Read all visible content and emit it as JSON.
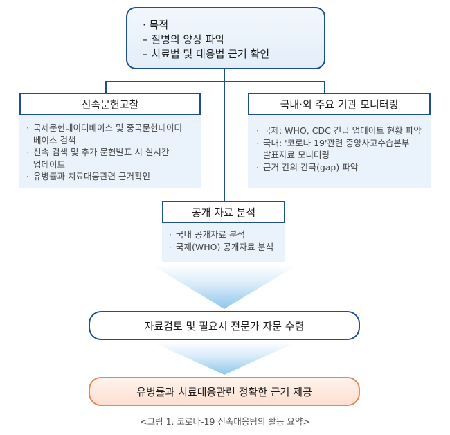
{
  "purpose": {
    "items": [
      "· 목적",
      "– 질병의 양상 파악",
      "– 치료법 및 대응법 근거 확인"
    ]
  },
  "literature": {
    "title": "신속문헌고찰",
    "items": [
      "국제문헌데이터베이스 및 중국문헌데이터\n베이스 검색",
      "신속 검색 및 추가 문헌발표 시 실시간\n업데이트",
      "유병률과 치료대응관련 근거확인"
    ]
  },
  "monitoring": {
    "title": "국내·외 주요 기관 모니터링",
    "items": [
      "국제: WHO, CDC 긴급 업데이트 현황 파악",
      "국내: '코로나 19'관련 중앙사고수습본부\n발표자료 모니터링",
      "근거 간의 간극(gap) 파악"
    ]
  },
  "public_data": {
    "title": "공개 자료 분석",
    "items": [
      "국내 공개자료 분석",
      "국제(WHO) 공개자료 분석"
    ]
  },
  "review": {
    "label": "자료검토 및 필요시 전문가 자문 수렴"
  },
  "evidence": {
    "label": "유병률과 치료대응관련 정확한 근거 제공"
  },
  "caption": "<그림 1. 코로나-19 신속대응팀의 활동 요약>",
  "colors": {
    "line": "#1f4e8c",
    "panel": "#eaf2fb",
    "evidence_border": "#e8855a",
    "arrow": "#8fc7ec"
  }
}
